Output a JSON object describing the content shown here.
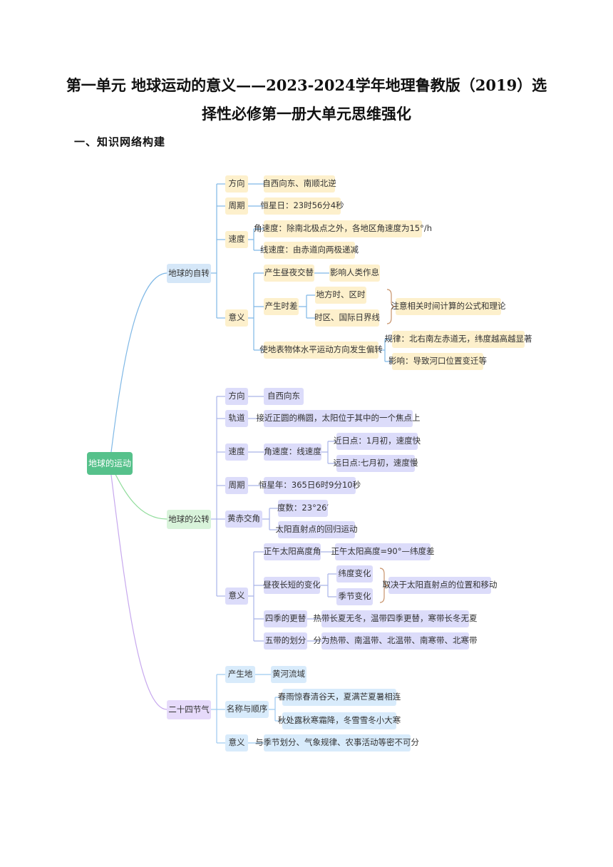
{
  "document": {
    "title_line1": "第一单元 地球运动的意义——2023-2024学年地理鲁教版（2019）选",
    "title_line2": "择性必修第一册大单元思维强化",
    "section_heading": "一、知识网络构建"
  },
  "mindmap": {
    "root": "地球的运动",
    "rotation": {
      "label": "地球的自转",
      "direction": "方向",
      "direction_value": "自西向东、南顺北逆",
      "period": "周期",
      "period_value": "恒星日：23时56分4秒",
      "speed": "速度",
      "angular_speed": "角速度：除南北极点之外，各地区角速度为15°/h",
      "linear_speed": "线速度：由赤道向两极递减",
      "significance": "意义",
      "day_night": "产生昼夜交替",
      "day_night_effect": "影响人类作息",
      "time_diff": "产生时差",
      "local_time": "地方时、区时",
      "time_zone": "时区、国际日界线",
      "time_note": "注意相关时间计算的公式和理论",
      "deflection": "使地表物体水平运动方向发生偏转",
      "deflection_rule": "规律：北右南左赤道无，纬度越高越显著",
      "deflection_effect": "影响：导致河口位置变迁等"
    },
    "revolution": {
      "label": "地球的公转",
      "direction": "方向",
      "direction_value": "自西向东",
      "orbit": "轨道",
      "orbit_value": "接近正圆的椭圆，太阳位于其中的一个焦点上",
      "speed": "速度",
      "speed_value": "角速度：线速度",
      "perihelion": "近日点：1月初，速度快",
      "aphelion": "远日点:七月初，速度慢",
      "period": "周期",
      "period_value": "恒星年：365日6时9分10秒",
      "obliquity": "黄赤交角",
      "obliquity_degree": "度数：23°26′",
      "obliquity_motion": "太阳直射点的回归运动",
      "significance": "意义",
      "noon_angle": "正午太阳高度角",
      "noon_angle_formula": "正午太阳高度=90°—纬度差",
      "day_length": "昼夜长短的变化",
      "latitude_change": "纬度变化",
      "season_change": "季节变化",
      "day_length_note": "取决于太阳直射点的位置和移动",
      "seasons": "四季的更替",
      "seasons_value": "热带长夏无冬，温带四季更替，寒带长冬无夏",
      "zones": "五带的划分",
      "zones_value": "分为热带、南温带、北温带、南寒带、北寒带"
    },
    "solar_terms": {
      "label": "二十四节气",
      "origin": "产生地",
      "origin_value": "黄河流域",
      "names": "名称与顺序",
      "names_line1": "春雨惊春清谷天，夏满芒夏暑相连",
      "names_line2": "秋处露秋寒霜降，冬雪雪冬小大寒",
      "significance": "意义",
      "significance_value": "与季节划分、气象规律、农事活动等密不可分"
    },
    "colors": {
      "root": "#56c18b",
      "rotation_line": "#7fb8e6",
      "revolution_line": "#8fdc9a",
      "solar_terms_line": "#c7a8ee",
      "brace": "#c8936b"
    }
  }
}
